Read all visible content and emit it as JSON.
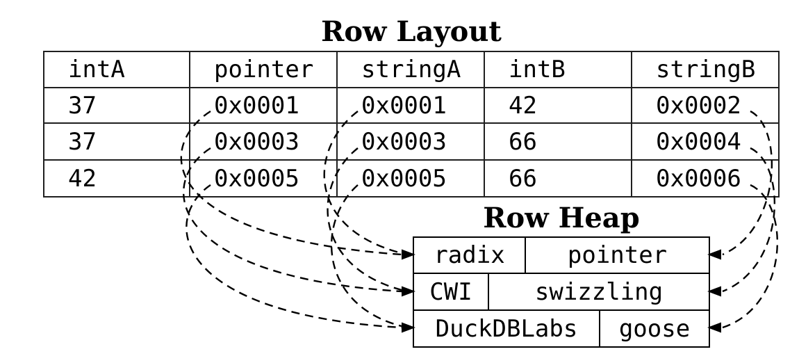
{
  "diagram": {
    "row_layout": {
      "title": "Row Layout",
      "columns": [
        "intA",
        "pointer",
        "stringA",
        "intB",
        "stringB"
      ],
      "rows": [
        [
          "37",
          "0x0001",
          "0x0001",
          "42",
          "0x0002"
        ],
        [
          "37",
          "0x0003",
          "0x0003",
          "66",
          "0x0004"
        ],
        [
          "42",
          "0x0005",
          "0x0005",
          "66",
          "0x0006"
        ]
      ]
    },
    "row_heap": {
      "title": "Row Heap",
      "rows": [
        [
          "radix",
          "pointer"
        ],
        [
          "CWI",
          "swizzling"
        ],
        [
          "DuckDBLabs",
          "goose"
        ]
      ]
    },
    "connections": [
      {
        "from_column": "pointer",
        "value": "0x0001",
        "to_heap_row": "radix pointer",
        "enters": "left"
      },
      {
        "from_column": "pointer",
        "value": "0x0003",
        "to_heap_row": "CWI swizzling",
        "enters": "left"
      },
      {
        "from_column": "pointer",
        "value": "0x0005",
        "to_heap_row": "DuckDBLabs goose",
        "enters": "left"
      },
      {
        "from_column": "stringA",
        "value": "0x0001",
        "to_heap_row": "radix pointer",
        "enters": "left"
      },
      {
        "from_column": "stringA",
        "value": "0x0003",
        "to_heap_row": "CWI swizzling",
        "enters": "left"
      },
      {
        "from_column": "stringA",
        "value": "0x0005",
        "to_heap_row": "DuckDBLabs goose",
        "enters": "left"
      },
      {
        "from_column": "stringB",
        "value": "0x0002",
        "to_heap_row": "radix pointer",
        "enters": "right"
      },
      {
        "from_column": "stringB",
        "value": "0x0004",
        "to_heap_row": "CWI swizzling",
        "enters": "right"
      },
      {
        "from_column": "stringB",
        "value": "0x0006",
        "to_heap_row": "DuckDBLabs goose",
        "enters": "right"
      }
    ],
    "colors": {
      "ink": "#000000",
      "table_border": "#1f1f1f",
      "background": "#ffffff"
    }
  }
}
